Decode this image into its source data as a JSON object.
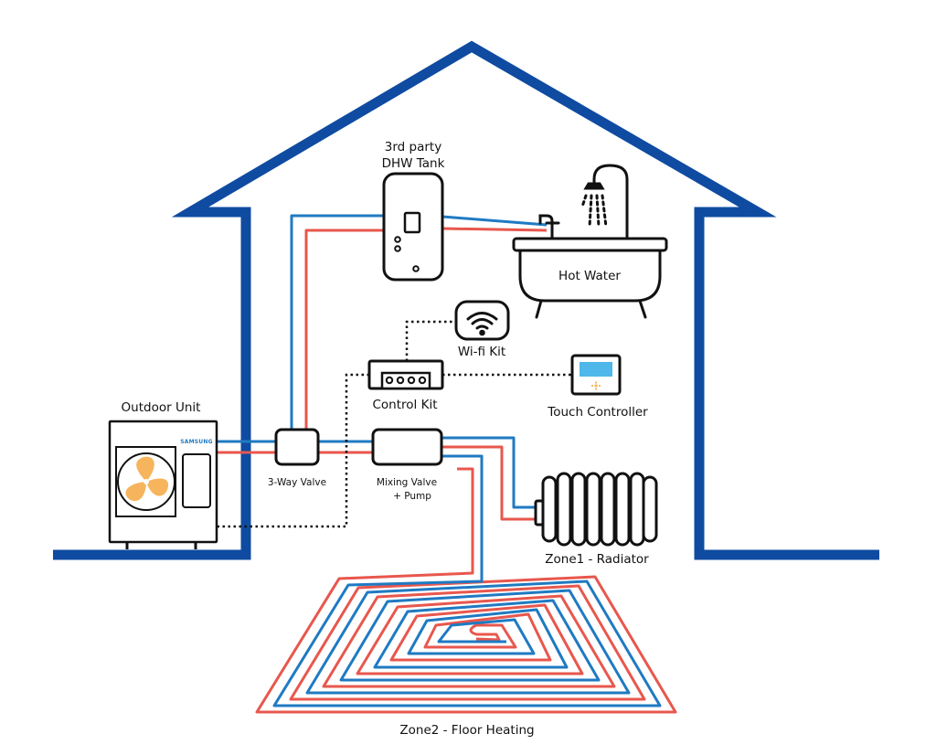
{
  "colors": {
    "house": "#0f4ba1",
    "pipe_supply": "#e8574d",
    "pipe_return": "#1f7ac2",
    "outline": "#111111",
    "fan": "#f6b45c",
    "screen": "#4fb7ea",
    "control_line": "#111111"
  },
  "labels": {
    "dhw_tank_line1": "3rd party",
    "dhw_tank_line2": "DHW Tank",
    "hot_water": "Hot Water",
    "wifi_kit": "Wi-fi Kit",
    "control_kit": "Control Kit",
    "touch_controller": "Touch Controller",
    "outdoor_unit": "Outdoor Unit",
    "three_way_valve": "3-Way Valve",
    "mixing_valve_line1": "Mixing Valve",
    "mixing_valve_line2": "+ Pump",
    "zone1": "Zone1 - Radiator",
    "zone2": "Zone2 - Floor Heating"
  },
  "outdoor_unit_brand": "SAMSUNG",
  "icons": {
    "wifi": "wifi-icon",
    "fan": "fan-icon",
    "shower": "shower-icon",
    "bathtub": "bathtub-icon",
    "radiator": "radiator-icon",
    "touch_controller": "touch-controller-icon"
  }
}
